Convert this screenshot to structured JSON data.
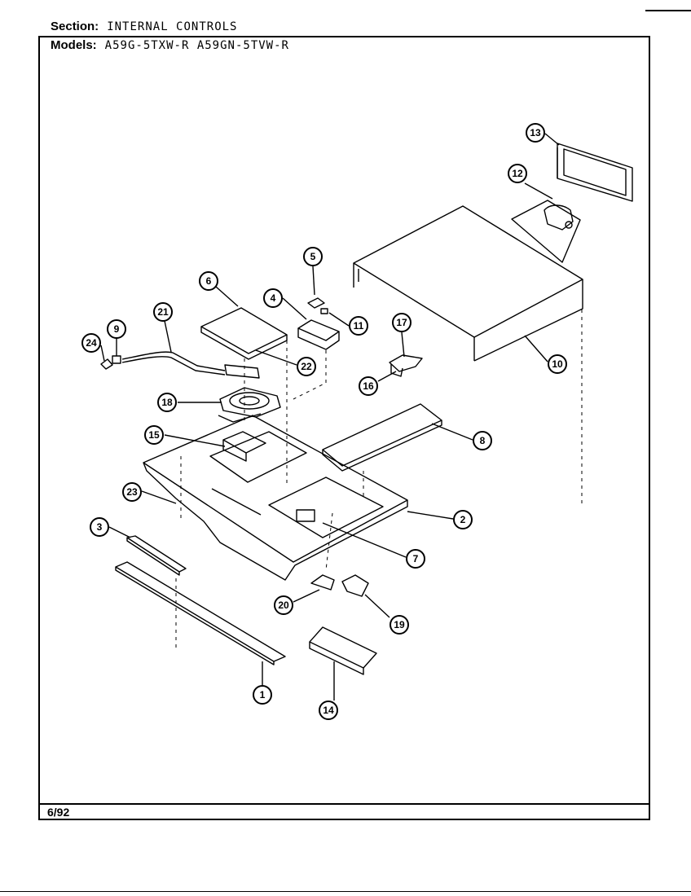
{
  "header": {
    "section_label": "Section:",
    "section_value": "INTERNAL CONTROLS",
    "models_label": "Models:",
    "models_value": "A59G-5TXW-R   A59GN-5TVW-R"
  },
  "footer": {
    "date": "6/92"
  },
  "callouts": [
    "1",
    "2",
    "3",
    "4",
    "5",
    "6",
    "7",
    "8",
    "9",
    "10",
    "11",
    "12",
    "13",
    "14",
    "15",
    "16",
    "17",
    "18",
    "19",
    "20",
    "21",
    "22",
    "23",
    "24"
  ]
}
